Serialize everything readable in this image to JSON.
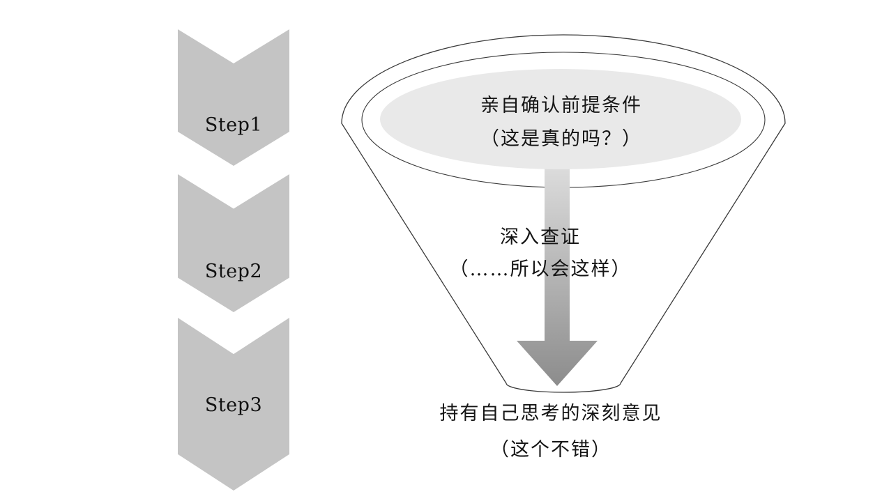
{
  "steps": [
    {
      "label": "Step1"
    },
    {
      "label": "Step2"
    },
    {
      "label": "Step3"
    }
  ],
  "funnel": {
    "stage1": {
      "line1": "亲自确认前提条件",
      "line2": "（这是真的吗？）"
    },
    "stage2": {
      "line1": "深入查证",
      "line2": "（……所以会这样）"
    },
    "stage3": {
      "line1": "持有自己思考的深刻意见",
      "line2": "（这个不错）"
    }
  },
  "colors": {
    "chevron": "#c4c4c4",
    "funnel_outline": "#3a3a3a",
    "ellipse_fill": "#e9e9e9",
    "arrow_top": "#dcdcdc",
    "arrow_bottom": "#8c8c8c"
  }
}
